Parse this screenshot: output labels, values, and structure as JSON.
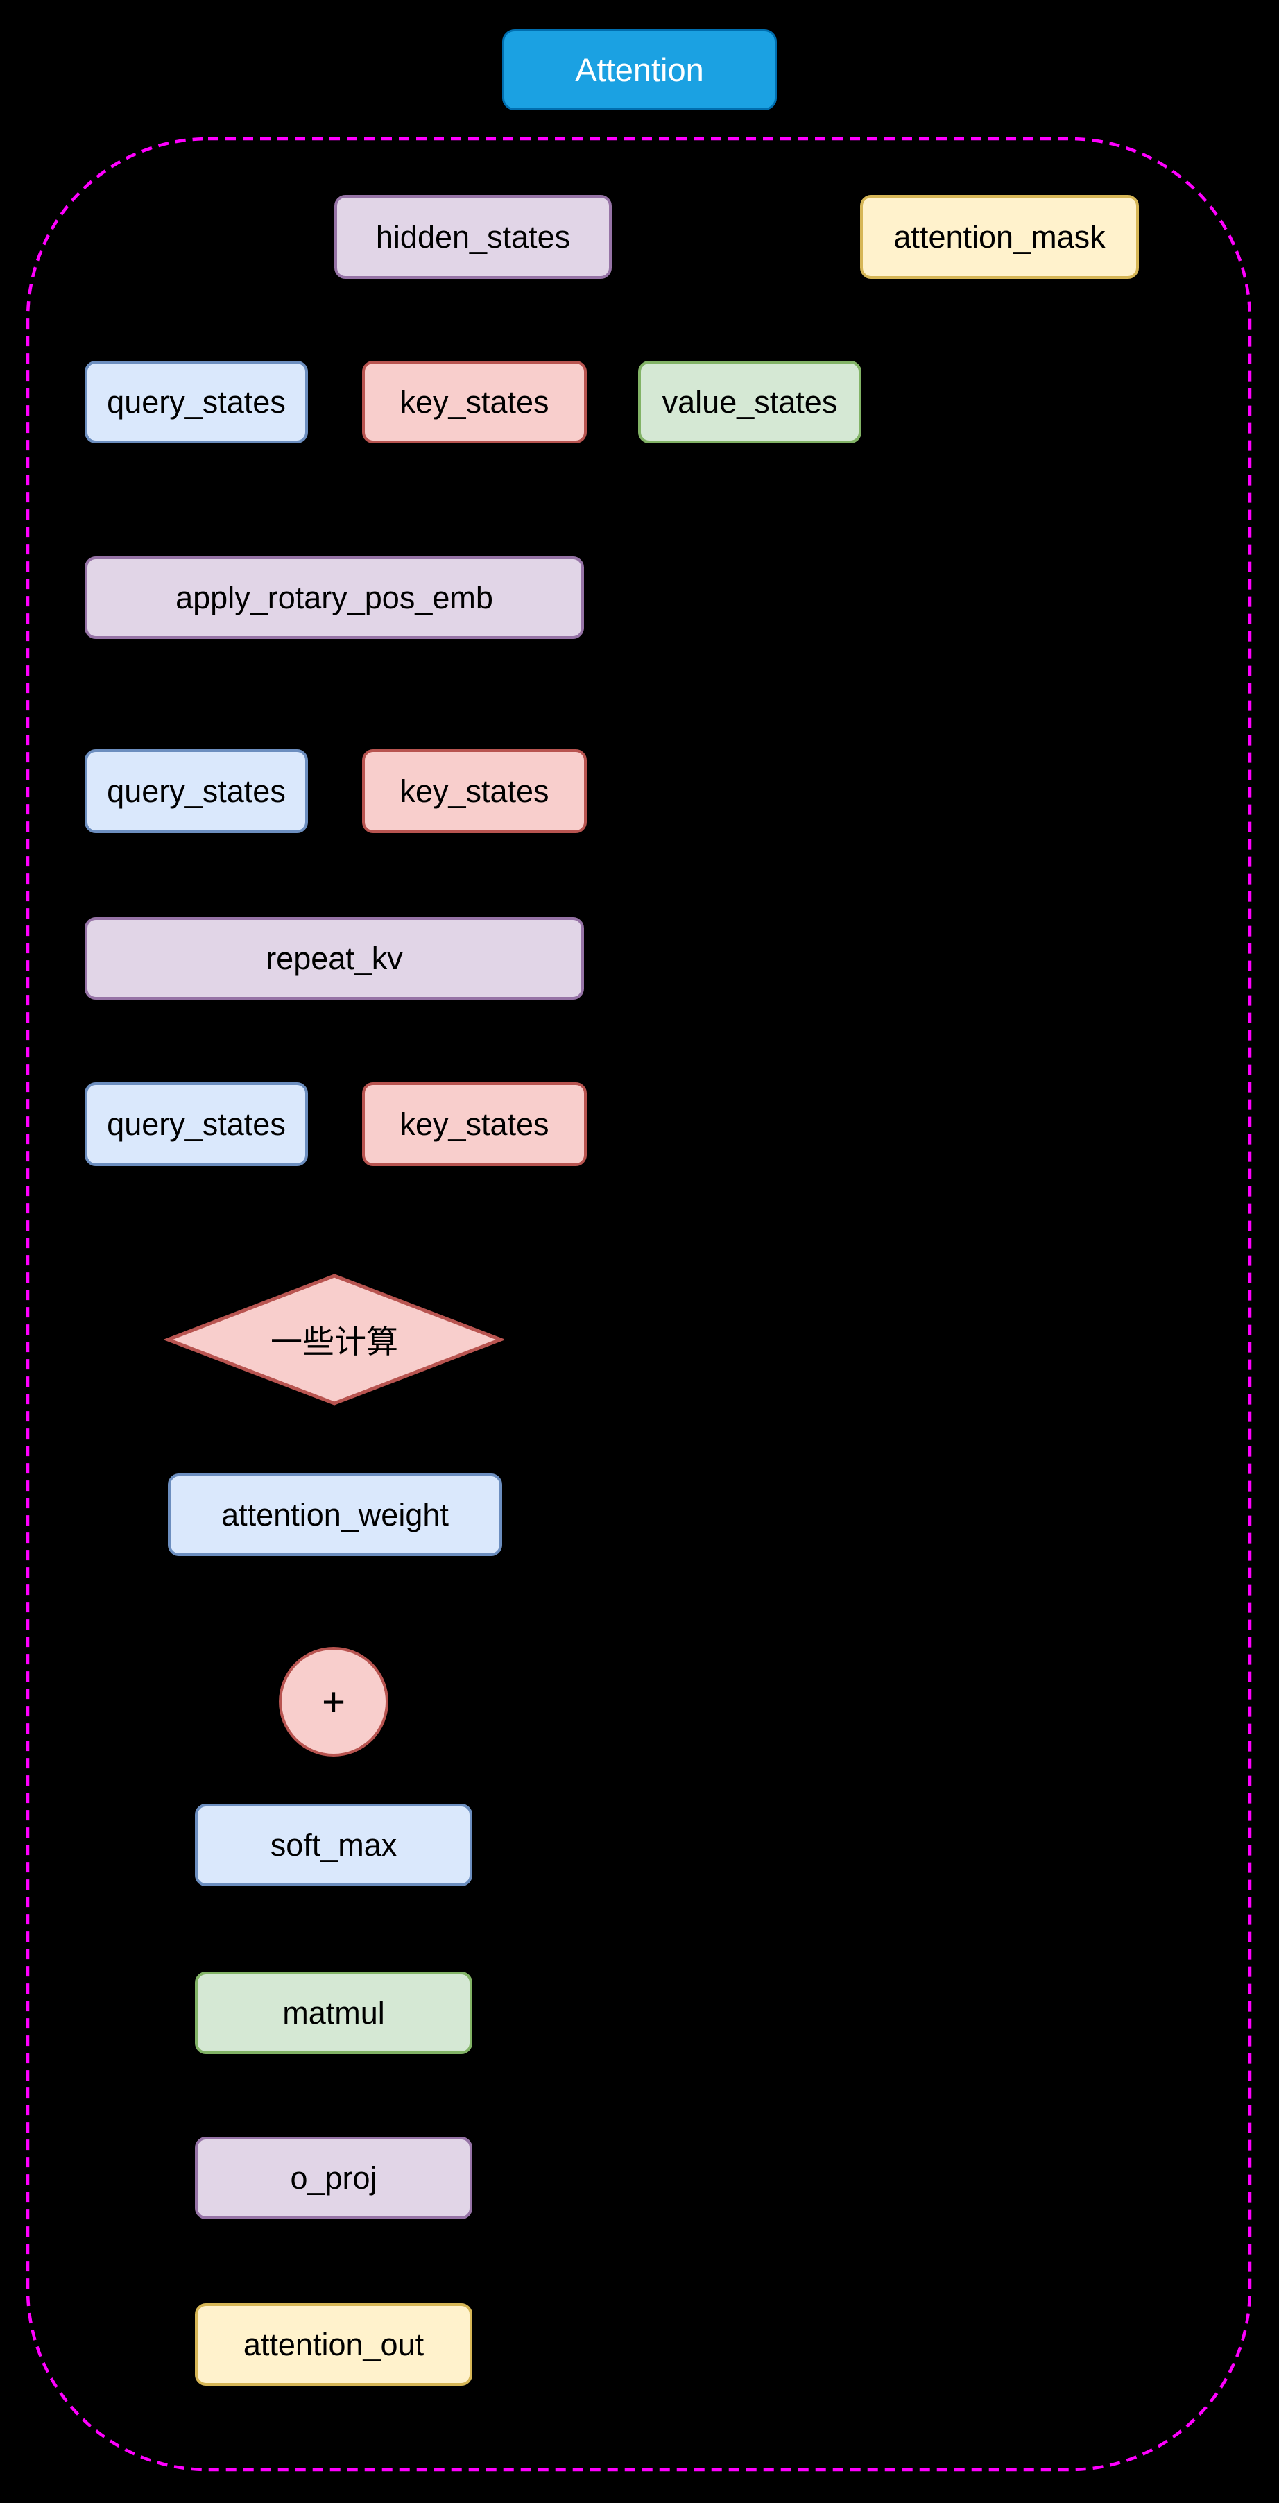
{
  "canvas": {
    "background": "#000000"
  },
  "title": {
    "label": "Attention"
  },
  "container": {
    "border_color": "#FF00FF",
    "border_style": "dashed"
  },
  "palette": {
    "title": {
      "fill": "#1BA1E2",
      "border": "#006EAF"
    },
    "purple": {
      "fill": "#E1D5E7",
      "border": "#9673A6"
    },
    "yellow": {
      "fill": "#FFF2CC",
      "border": "#D6B656"
    },
    "blue": {
      "fill": "#DAE8FC",
      "border": "#6C8EBF"
    },
    "red": {
      "fill": "#F8CECC",
      "border": "#B85450"
    },
    "green": {
      "fill": "#D5E8D4",
      "border": "#82B366"
    }
  },
  "nodes": {
    "hidden_states": {
      "label": "hidden_states"
    },
    "attention_mask": {
      "label": "attention_mask"
    },
    "query_states_1": {
      "label": "query_states"
    },
    "key_states_1": {
      "label": "key_states"
    },
    "value_states": {
      "label": "value_states"
    },
    "apply_rotary_pos_emb": {
      "label": "apply_rotary_pos_emb"
    },
    "query_states_2": {
      "label": "query_states"
    },
    "key_states_2": {
      "label": "key_states"
    },
    "repeat_kv": {
      "label": "repeat_kv"
    },
    "query_states_3": {
      "label": "query_states"
    },
    "key_states_3": {
      "label": "key_states"
    },
    "some_computation": {
      "label": "一些计算"
    },
    "attention_weight": {
      "label": "attention_weight"
    },
    "plus": {
      "label": "+"
    },
    "soft_max": {
      "label": "soft_max"
    },
    "matmul": {
      "label": "matmul"
    },
    "o_proj": {
      "label": "o_proj"
    },
    "attention_out": {
      "label": "attention_out"
    }
  }
}
